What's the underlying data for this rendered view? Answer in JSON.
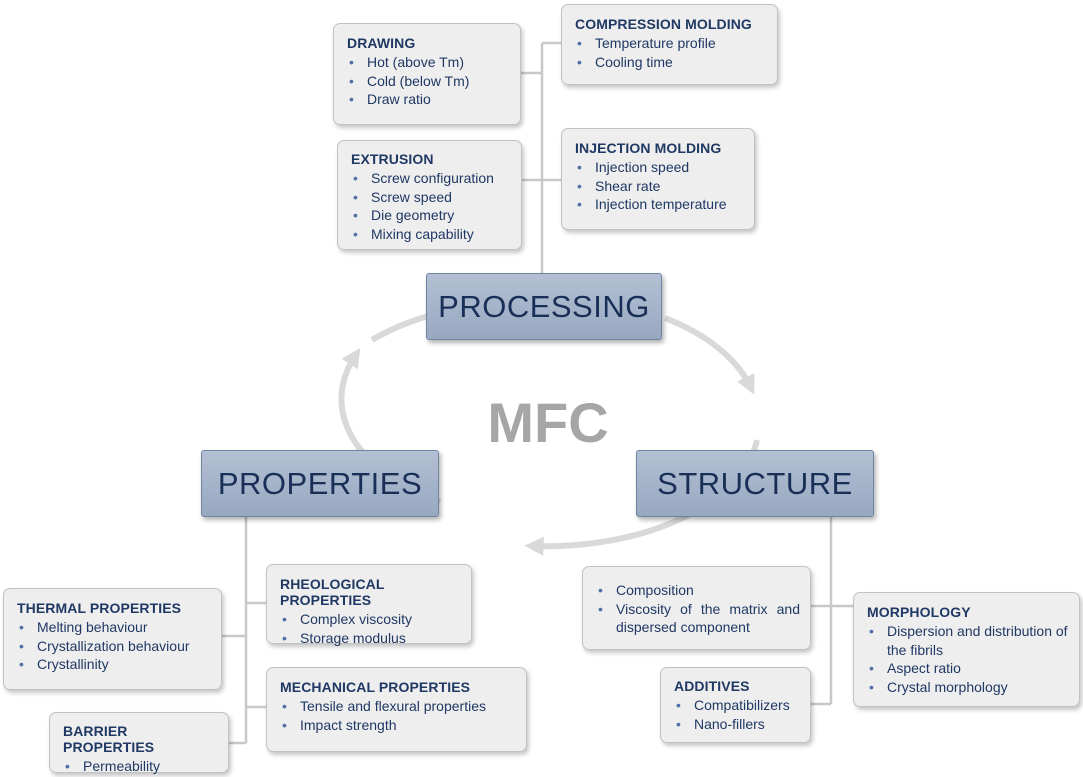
{
  "center_label": "MFC",
  "hubs": {
    "processing": "PROCESSING",
    "properties": "PROPERTIES",
    "structure": "STRUCTURE"
  },
  "processing_boxes": {
    "drawing": {
      "title": "DRAWING",
      "items": [
        "Hot (above Tm)",
        "Cold (below Tm)",
        "Draw ratio"
      ]
    },
    "compression_molding": {
      "title": "COMPRESSION MOLDING",
      "items": [
        "Temperature profile",
        "Cooling time"
      ]
    },
    "extrusion": {
      "title": "EXTRUSION",
      "items": [
        "Screw configuration",
        "Screw speed",
        "Die geometry",
        "Mixing capability"
      ]
    },
    "injection_molding": {
      "title": "INJECTION MOLDING",
      "items": [
        "Injection speed",
        "Shear rate",
        "Injection temperature"
      ]
    }
  },
  "properties_boxes": {
    "thermal": {
      "title": "THERMAL PROPERTIES",
      "items": [
        "Melting behaviour",
        "Crystallization behaviour",
        "Crystallinity"
      ]
    },
    "rheological": {
      "title": "RHEOLOGICAL PROPERTIES",
      "items": [
        "Complex viscosity",
        "Storage modulus"
      ]
    },
    "mechanical": {
      "title": "MECHANICAL PROPERTIES",
      "items": [
        "Tensile and flexural properties",
        "Impact strength"
      ]
    },
    "barrier": {
      "title": "BARRIER PROPERTIES",
      "items": [
        "Permeability"
      ]
    }
  },
  "structure_boxes": {
    "composition": {
      "items": [
        "Composition",
        "Viscosity of the matrix and dispersed component"
      ]
    },
    "morphology": {
      "title": "MORPHOLOGY",
      "items": [
        "Dispersion and distribution of the fibrils",
        "Aspect ratio",
        "Crystal morphology"
      ]
    },
    "additives": {
      "title": "ADDITIVES",
      "items": [
        "Compatibilizers",
        "Nano-fillers"
      ]
    }
  },
  "colors": {
    "box_fill": "#eeeeee",
    "text_navy": "#1f3864",
    "hub_fill": "#a3b2c9",
    "cycle_gray": "#d9d9d9",
    "connector_gray": "#c8c8c8"
  }
}
